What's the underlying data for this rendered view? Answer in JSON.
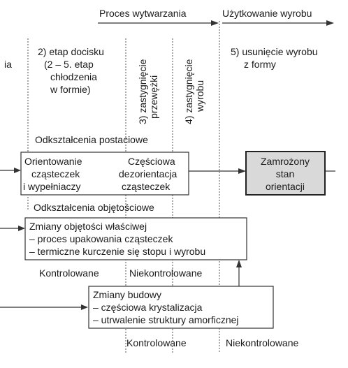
{
  "header": {
    "left": "Proces wytwarzania",
    "right": "Użytkowanie wyrobu"
  },
  "stages": {
    "s1_fragment": "ia",
    "s2": [
      "2) etap docisku",
      "(2 – 5. etap",
      "chłodzenia",
      "w formie)"
    ],
    "s3": [
      "3) zastygnięcie",
      "przewężki"
    ],
    "s4": [
      "4) zastygnięcie",
      "wyrobu"
    ],
    "s5": [
      "5) usunięcie wyrobu",
      "z formy"
    ]
  },
  "deformation": {
    "postaciowe": "Odkształcenia postaciowe",
    "objetosciowe": "Odkształcenia objętościowe"
  },
  "boxes": {
    "orientation_left": [
      "Orientowanie",
      "cząsteczek",
      "i wypełniaczy"
    ],
    "orientation_right": [
      "Częściowa",
      "dezorientacja",
      "cząsteczek"
    ],
    "frozen": [
      "Zamrożony",
      "stan",
      "orientacji"
    ],
    "volume": [
      "Zmiany objętości właściwej",
      "– proces upakowania cząsteczek",
      "– termiczne kurczenie się stopu i wyrobu"
    ],
    "structure": [
      "Zmiany budowy",
      "– częściowa krystalizacja",
      "– utrwalenie struktury amorficznej"
    ]
  },
  "labels": {
    "controlled_mid": "Kontrolowane",
    "uncontrolled_mid": "Niekontrolowane",
    "controlled_bottom": "Kontrolowane",
    "uncontrolled_bottom": "Niekontrolowane"
  }
}
